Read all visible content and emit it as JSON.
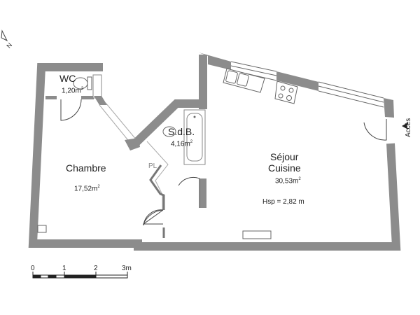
{
  "plan": {
    "rooms": [
      {
        "name": "WC",
        "area": "1,20m",
        "unit_sup": "2"
      },
      {
        "name": "S.d.B.",
        "area": "4,16m",
        "unit_sup": "2"
      },
      {
        "name": "Chambre",
        "area": "17,52m",
        "unit_sup": "2"
      },
      {
        "name": "Séjour",
        "name2": "Cuisine",
        "area": "30,53m",
        "unit_sup": "2"
      }
    ],
    "closet_label": "PL",
    "ceiling_height": "Hsp = 2,82 m",
    "access_label": "Accès",
    "north_label": "N",
    "scale_labels": [
      "0",
      "1",
      "2",
      "3m"
    ],
    "colors": {
      "wall": "#8c8c8c",
      "partition": "#b5b5b5",
      "line": "#555555"
    }
  }
}
